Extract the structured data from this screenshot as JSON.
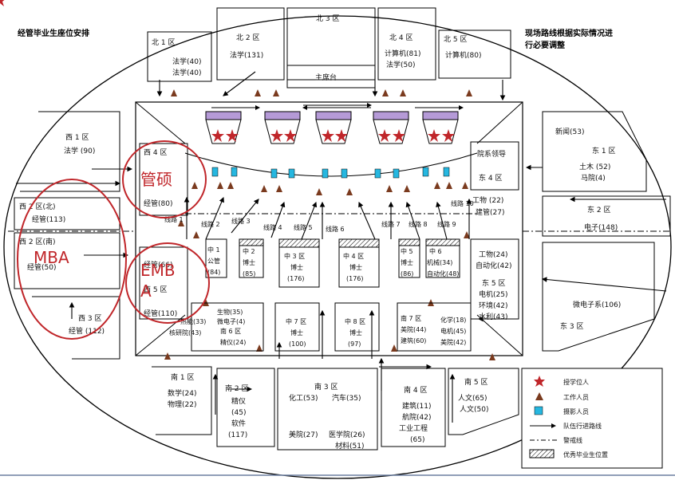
{
  "header": {
    "left_title": "经管毕业生座位安排",
    "right_note_1": "现场路线根据实际情况进",
    "right_note_2": "行必要调整"
  },
  "stage": {
    "label": "主席台"
  },
  "overlay": {
    "guan_shuo": "管硕",
    "mba": "MBA",
    "emba_1": "EMB",
    "emba_2": "A"
  },
  "north": {
    "n1": {
      "title": "北 1 区",
      "lines": [
        "法学(40)",
        "法学(40)"
      ]
    },
    "n2": {
      "title": "北 2 区",
      "lines": [
        "法学(131)"
      ]
    },
    "n3": {
      "title": "北 3 区",
      "lines": []
    },
    "n4": {
      "title": "北 4 区",
      "lines": [
        "计算机(81)",
        "法学(50)"
      ]
    },
    "n5": {
      "title": "北 5 区",
      "lines": [
        "计算机(80)"
      ]
    }
  },
  "west": {
    "w1": {
      "title": "西 1 区",
      "lines": [
        "法学 (90)"
      ]
    },
    "w2n": {
      "title": "西 2 区(北)",
      "lines": [
        "经管(113)"
      ]
    },
    "w2s": {
      "title": "西 2 区(南)",
      "lines": [
        "经管(50)"
      ]
    },
    "w3": {
      "title": "西 3 区",
      "lines": [
        "经管 (112)"
      ]
    },
    "w4": {
      "title": "西 4 区",
      "lines": [
        "经管(80)"
      ]
    },
    "w5": {
      "title": "西 5 区",
      "lines": [
        "经管(66)",
        "经管(110)"
      ]
    }
  },
  "east": {
    "e1": {
      "title": "东 1 区",
      "lines": [
        "新闻(53)",
        "土木 (52)",
        "马院(4)"
      ]
    },
    "e2": {
      "title": "东 2 区",
      "lines": [
        "电子(148)"
      ]
    },
    "e3": {
      "title": "东 3 区",
      "lines": [
        "微电子系(106)"
      ]
    },
    "e4": {
      "title": "东 4 区",
      "lines": [
        "院系领导"
      ]
    },
    "e4b": {
      "lines": [
        "工物 (22)",
        "建管(27)"
      ]
    },
    "e5": {
      "title": "东 5 区",
      "lines": [
        "工物(24)",
        "自动化(42)",
        "电机(25)",
        "环境(42)",
        "水利(43)"
      ]
    }
  },
  "center": {
    "c1": {
      "title": "中 1",
      "lines": [
        "公管",
        "(84)"
      ]
    },
    "c2": {
      "title": "中 2",
      "lines": [
        "博士",
        "(85)"
      ]
    },
    "c3": {
      "title": "中 3 区",
      "lines": [
        "博士",
        "(176)"
      ]
    },
    "c4": {
      "title": "中 4 区",
      "lines": [
        "博士",
        "(176)"
      ]
    },
    "c5": {
      "title": "中 5",
      "lines": [
        "博士",
        "(86)"
      ]
    },
    "c6": {
      "title": "中 6",
      "lines": [
        "机械(34)",
        "自动化(48)"
      ]
    },
    "c7": {
      "title": "中 7 区",
      "lines": [
        "博士",
        "(100)"
      ]
    },
    "c8": {
      "title": "中 8 区",
      "lines": [
        "博士",
        "(97)"
      ]
    }
  },
  "south": {
    "s1": {
      "title": "南 1 区",
      "lines": [
        "数学(24)",
        "物理(22)"
      ]
    },
    "s2": {
      "title": "南 2 区",
      "lines": [
        "精仪",
        "(45)",
        "软件",
        "(117)"
      ]
    },
    "s3": {
      "title": "南 3 区",
      "lines": [
        "化工(53)",
        "汽车(35)",
        "美院(27)",
        "医学院(26)",
        "材料(51)"
      ]
    },
    "s4": {
      "title": "南 4 区",
      "lines": [
        "建筑(11)",
        "航院(42)",
        "工业工程",
        "(65)"
      ]
    },
    "s5": {
      "title": "南 5 区",
      "lines": [
        "人文(65)",
        "人文(50)"
      ]
    },
    "s6": {
      "title": "南 6 区",
      "lines": [
        "生物(35)",
        "热能(33)",
        "核研院(43)",
        "微电子(4)",
        "精仪(24)"
      ]
    },
    "s7": {
      "title": "南 7 区",
      "lines": [
        "美院(44)",
        "建筑(60)",
        "化学(18)",
        "电机(45)",
        "美院(42)"
      ]
    }
  },
  "routes": [
    "线路 1",
    "线路 2",
    "线路 3",
    "线路 4",
    "线路 5",
    "线路 6",
    "线路 7",
    "线路 8",
    "线路 9",
    "线路 10"
  ],
  "legend": {
    "items": [
      {
        "label": "授学位人",
        "icon": "red-star-icon"
      },
      {
        "label": "工作人员",
        "icon": "brown-triangle-icon"
      },
      {
        "label": "摄影人员",
        "icon": "cyan-square-icon"
      },
      {
        "label": "队伍行进路线",
        "icon": "arrow-line-icon"
      },
      {
        "label": "警戒线",
        "icon": "dash-dot-line-icon"
      },
      {
        "label": "优秀毕业生位置",
        "icon": "hatched-box-icon"
      }
    ]
  },
  "colors": {
    "star": "#c0262a",
    "triangle": "#7a3a1e",
    "camera": "#26b7e0",
    "circle": "#c0262a",
    "platform": "#b59ad7"
  }
}
